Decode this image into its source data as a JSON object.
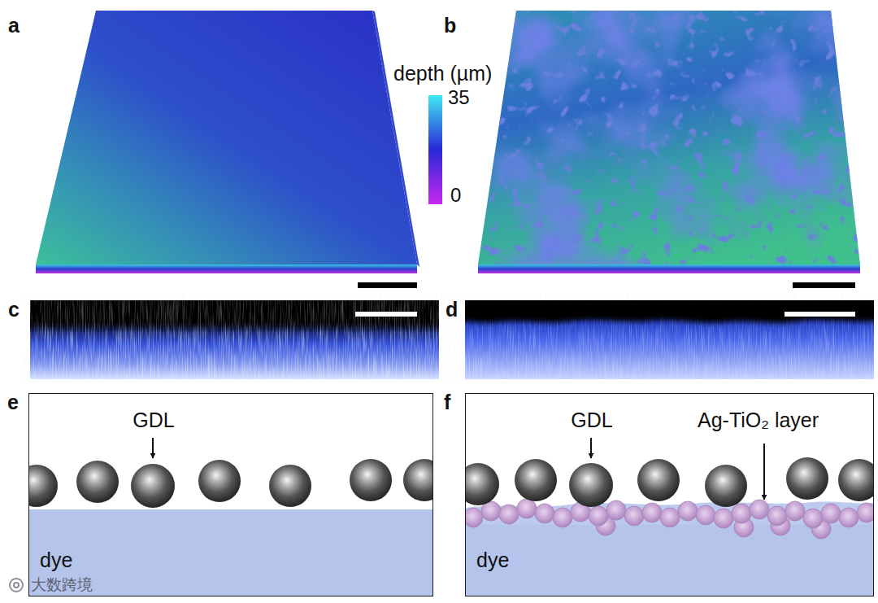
{
  "diagram": {
    "nodes": [
      {
        "text": [
          "e",
          "GDL",
          "dye"
        ]
      },
      {
        "text": [
          "f",
          "GDL",
          "Ag-TiO₂ layer",
          "dye"
        ]
      }
    ],
    "labels": [
      "a",
      "depth (µm)",
      "35",
      "0",
      "b",
      "c",
      "d",
      "大数跨境"
    ]
  }
}
